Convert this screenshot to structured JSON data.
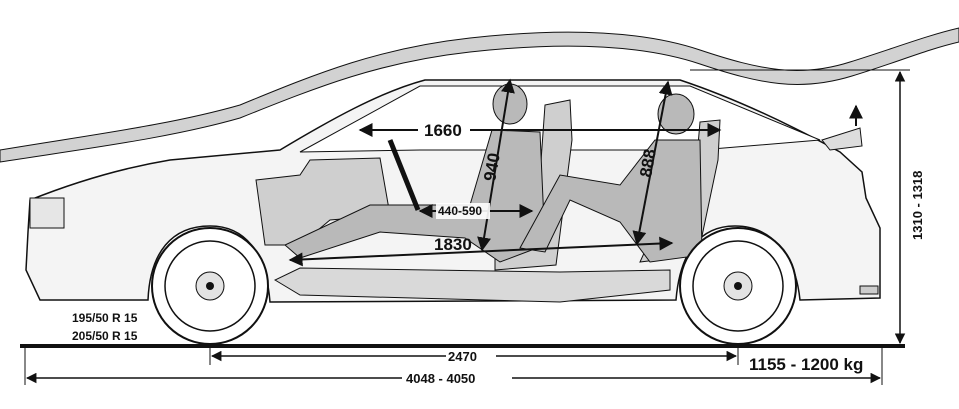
{
  "dimensions": {
    "interior_length": "1660",
    "front_headroom": "940",
    "rear_headroom": "888",
    "seat_travel": "440-590",
    "leg_length": "1830",
    "wheelbase": "2470",
    "overall_length": "4048 - 4050",
    "height": "1310 - 1318"
  },
  "tires": {
    "size_1": "195/50 R 15",
    "size_2": "205/50 R 15"
  },
  "weight": "1155 - 1200 kg",
  "colors": {
    "line": "#111111",
    "body_fill": "#f4f4f4",
    "interior_fill": "#cfcfcf",
    "occupant_fill": "#b9b9b9",
    "airflow_fill": "#d2d2d2"
  }
}
